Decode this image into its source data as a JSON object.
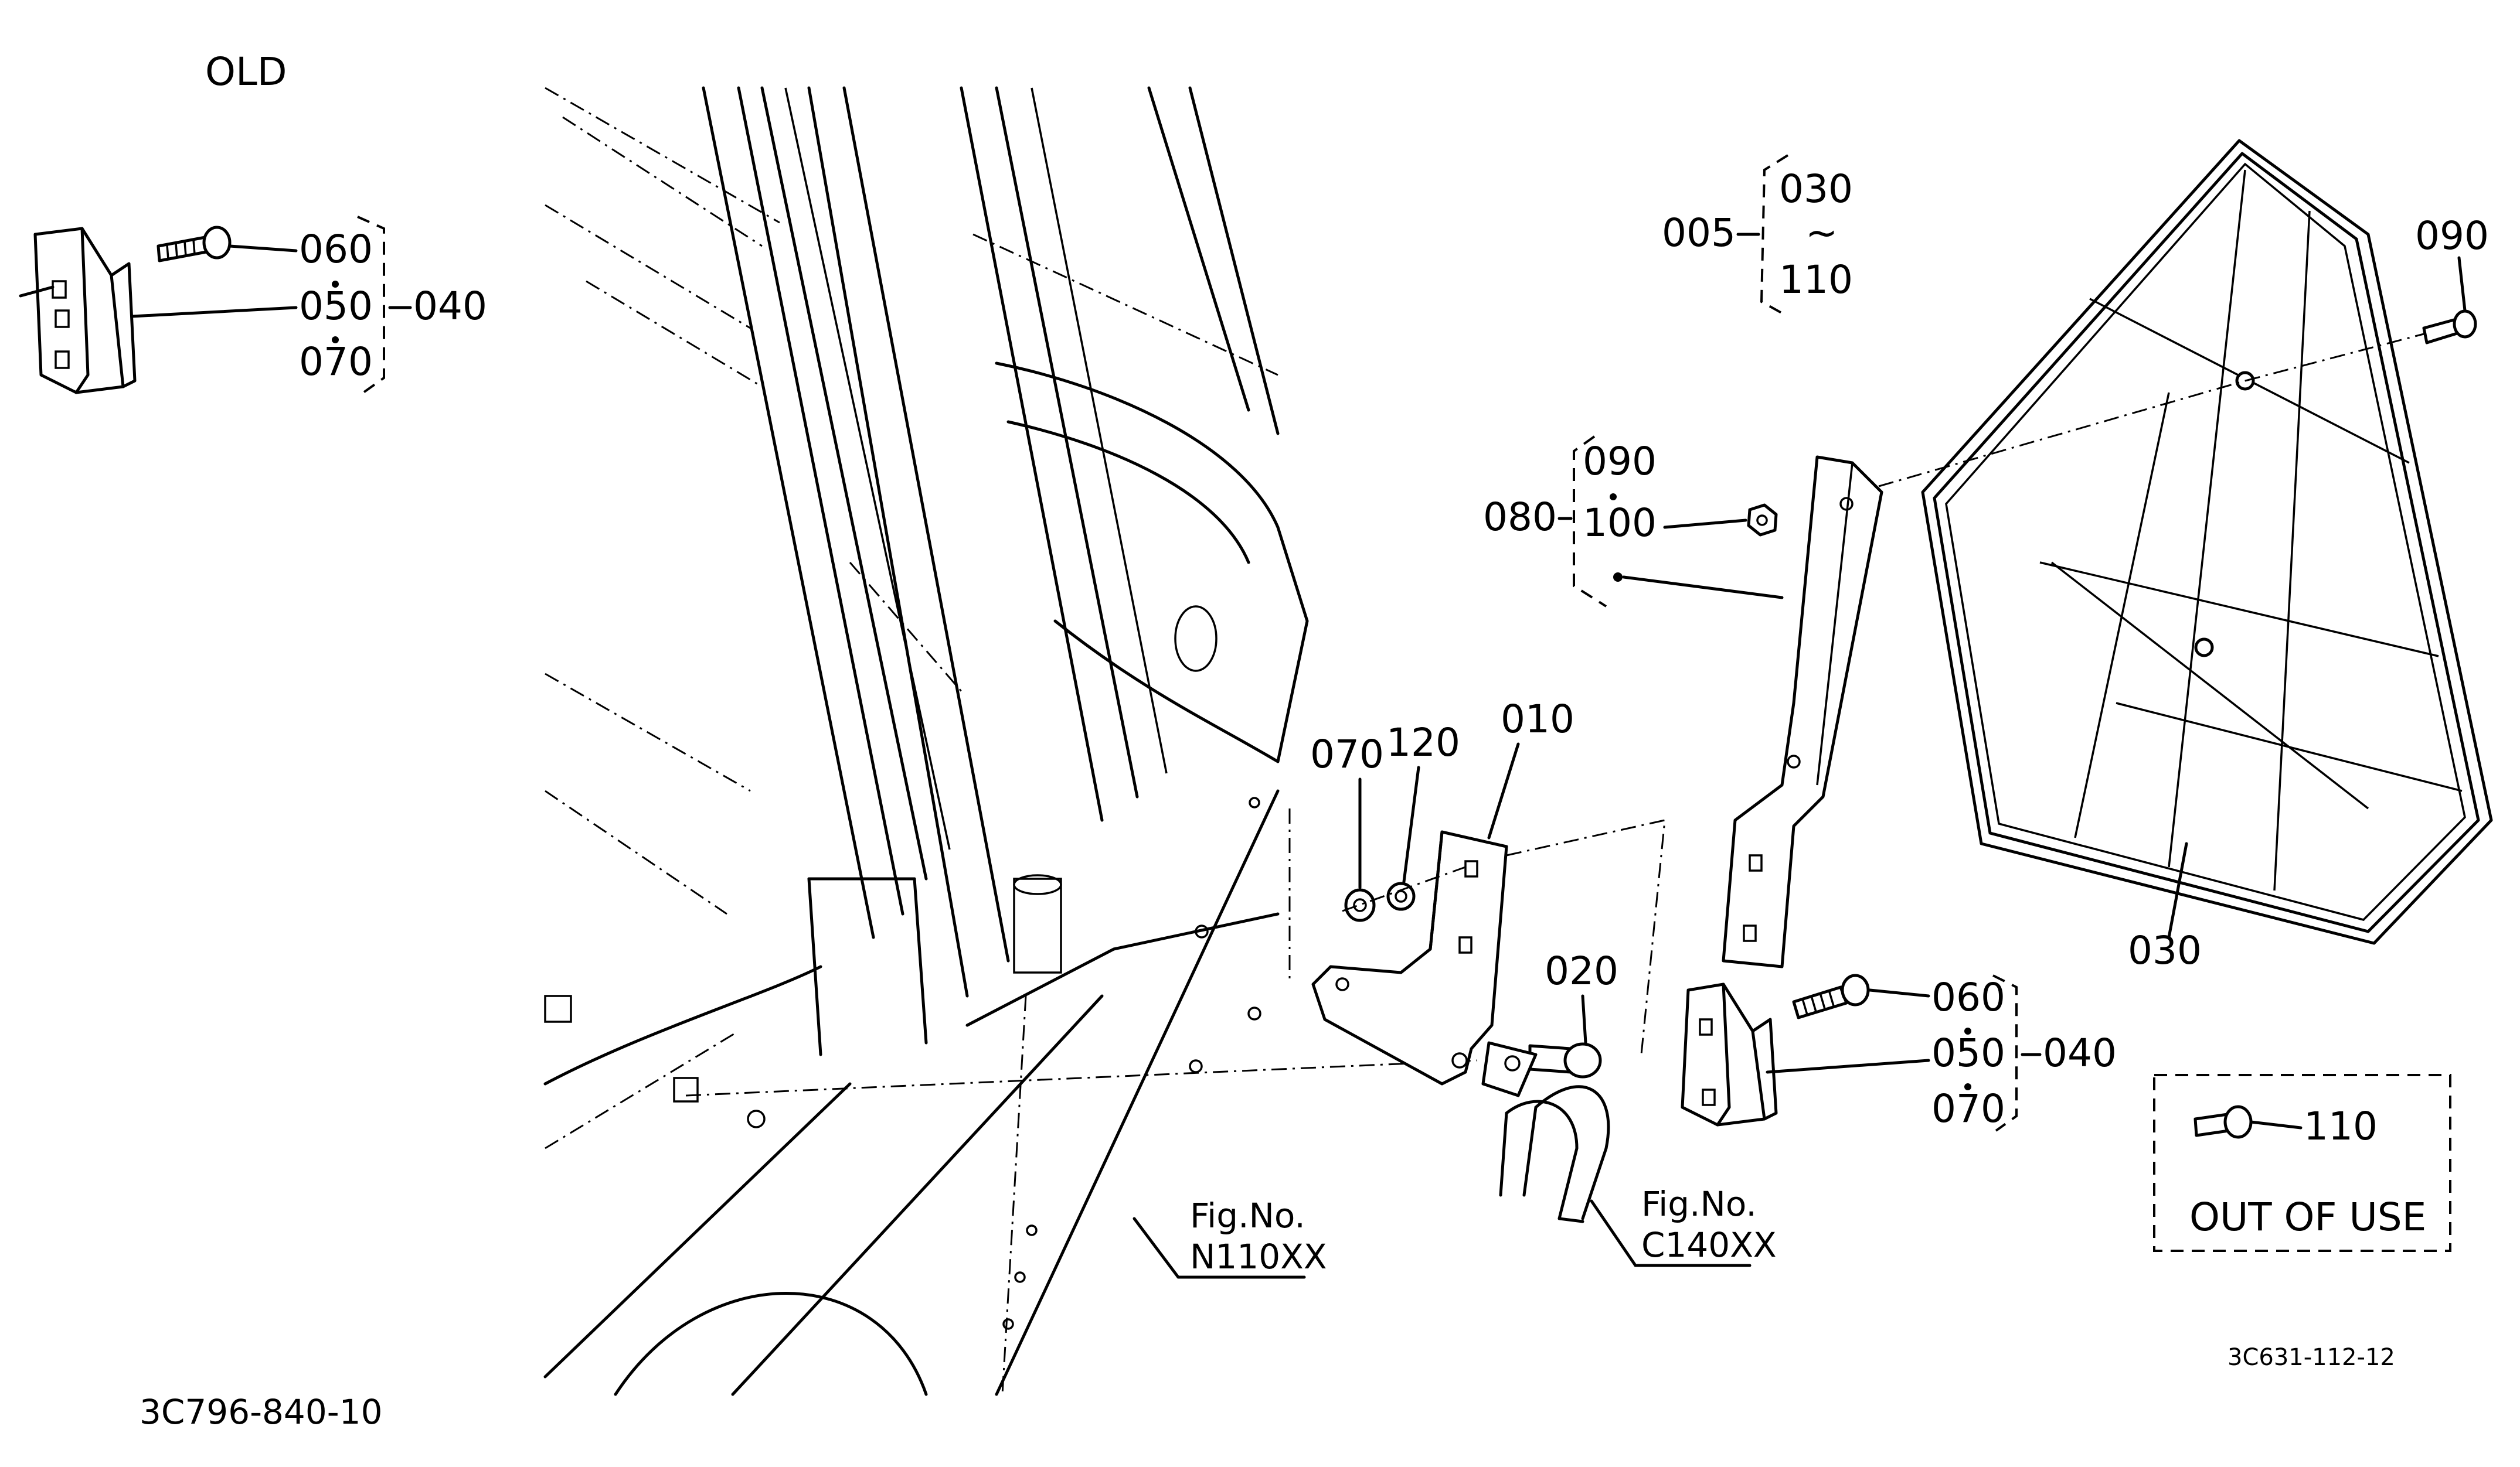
{
  "title": "OLD",
  "codes": {
    "left": "3C796-840-10",
    "right": "3C631-112-12"
  },
  "old_group": {
    "p060": "060",
    "p050": "050",
    "p070": "070",
    "p040": "040"
  },
  "assembly": {
    "p005": "005",
    "p030": "030",
    "range_symbol": "~",
    "p110": "110"
  },
  "parts": {
    "p090": "090",
    "p080": "080",
    "p090b": "090",
    "p100": "100",
    "p070": "070",
    "p120": "120",
    "p010": "010",
    "p020": "020",
    "p030": "030",
    "p060": "060",
    "p050": "050",
    "p070b": "070",
    "p040": "040"
  },
  "fig_refs": {
    "n110_label": "Fig.No.",
    "n110_code": "N110XX",
    "c140_label": "Fig.No.",
    "c140_code": "C140XX"
  },
  "out_of_use": {
    "part": "110",
    "text": "OUT OF USE"
  }
}
